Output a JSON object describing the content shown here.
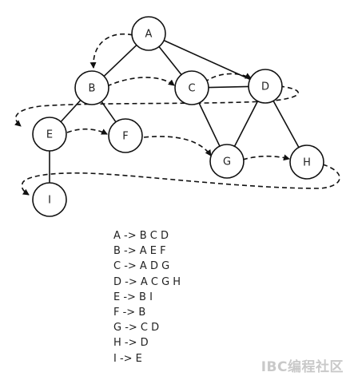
{
  "nodes": [
    "A",
    "B",
    "C",
    "D",
    "E",
    "F",
    "G",
    "H",
    "I"
  ],
  "edges": [
    [
      "A",
      "B"
    ],
    [
      "A",
      "C"
    ],
    [
      "A",
      "D"
    ],
    [
      "B",
      "E"
    ],
    [
      "B",
      "F"
    ],
    [
      "C",
      "D"
    ],
    [
      "C",
      "G"
    ],
    [
      "D",
      "G"
    ],
    [
      "D",
      "H"
    ],
    [
      "E",
      "I"
    ]
  ],
  "adjacency": [
    "A -> B C D",
    "B -> A E F",
    "C -> A D G",
    "D -> A C G H",
    "E -> B I",
    "F -> B",
    "G -> C D",
    "H -> D",
    "I -> E"
  ],
  "watermark": "IBC编程社区"
}
